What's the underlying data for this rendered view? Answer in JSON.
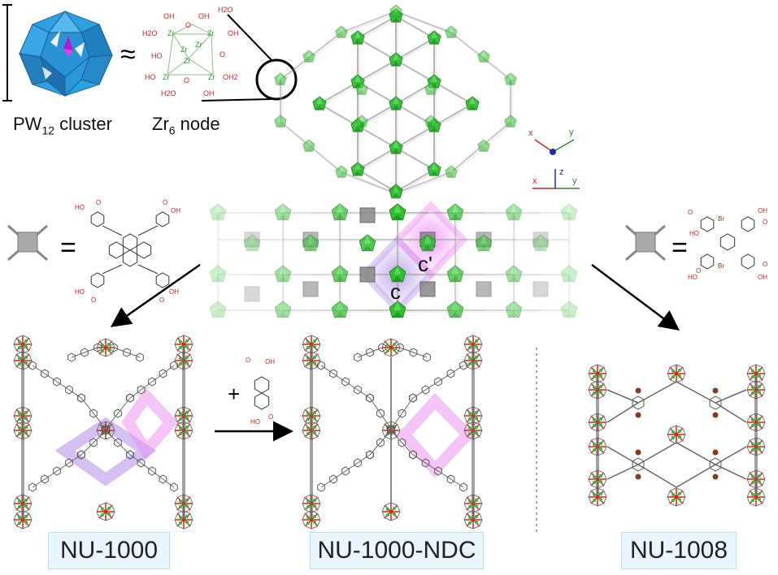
{
  "top": {
    "cluster_label": "PW",
    "cluster_sub": "12",
    "cluster_suffix": " cluster",
    "approx_symbol": "≈",
    "node_label": "Zr",
    "node_sub": "6",
    "node_suffix": " node"
  },
  "zr6_node_labels": {
    "oh": "OH",
    "h2o": "H2O",
    "oh2": "OH2",
    "zr": "Zr",
    "o": "O",
    "ho": "HO"
  },
  "axes_top": {
    "x": "x",
    "y": "y"
  },
  "axes_mid": {
    "x": "x",
    "y": "y",
    "z": "z"
  },
  "pores": {
    "c": "c",
    "c_prime": "c'"
  },
  "linker_eq": "=",
  "linker_left": {
    "ho": "HO",
    "oh": "OH",
    "o": "O"
  },
  "linker_right": {
    "ho": "HO",
    "oh": "OH",
    "o": "O",
    "br": "Br"
  },
  "ndc": {
    "plus": "+",
    "oh": "OH",
    "ho": "HO",
    "o": "O"
  },
  "names": {
    "left": "NU-1000",
    "middle": "NU-1000-NDC",
    "right": "NU-1008"
  },
  "colors": {
    "polyhedron_blue": "#2e9fe0",
    "zr_green": "#2fbf2f",
    "oxygen_red": "#d62020",
    "linker_gray": "#6f6f6f",
    "pore_purple": "#b08ee6",
    "pore_magenta": "#ec8cf0",
    "bromine_brown": "#8b3a17",
    "namebox_bg": "#eaf6fd"
  }
}
